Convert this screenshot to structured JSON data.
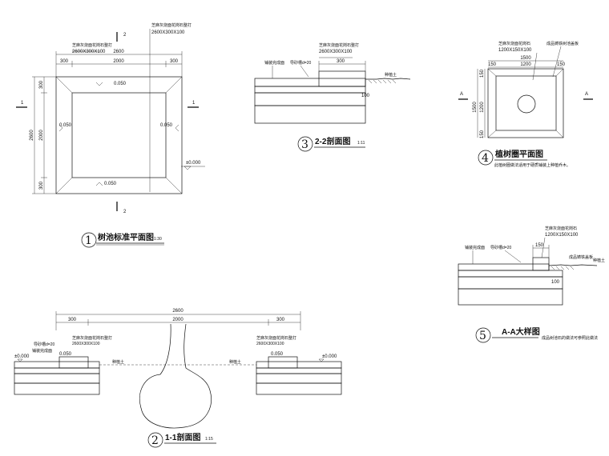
{
  "p1": {
    "num": "1",
    "title": "树池标准平面图",
    "scale": "1:30",
    "note_left": "芝麻灰烧面花岗石整打",
    "size_left": "2600X300X100",
    "note_right": "芝麻灰烧面花岗石整打",
    "size_right": "2600X300X100",
    "dim_total": "2600",
    "dim_top_l": "300",
    "dim_top_c": "2000",
    "dim_top_r": "300",
    "dim_left_total": "2600",
    "dim_left_c": "2000",
    "dim_left_t": "300",
    "dim_left_b": "300",
    "slope_top": "0.050",
    "slope_left": "0.050",
    "slope_right": "0.050",
    "slope_bottom": "0.050",
    "elev": "±0.000",
    "cut_1a": "1",
    "cut_1b": "1",
    "cut_2a": "2",
    "cut_2b": "2"
  },
  "p3": {
    "num": "3",
    "title": "2-2剖面图",
    "scale": "1:11",
    "note_top": "芝麻灰烧面花岗石整打",
    "size_top": "2600X300X100",
    "dim_300": "300",
    "label_a": "铺装完成面",
    "label_b": "导砂槽d=20",
    "label_c": "种植土",
    "dim_100": "100"
  },
  "p4": {
    "num": "4",
    "title": "植树圈平面图",
    "note_top": "芝麻灰烧面花岗石",
    "size_top": "1200X150X100",
    "note_right": "成品铸铁树池盖板",
    "dim_1500": "1500",
    "dim_150a": "150",
    "dim_1200": "1200",
    "dim_150b": "150",
    "dim_v_1500": "1500",
    "dim_v_1200": "1200",
    "dim_v_150a": "150",
    "dim_v_150b": "150",
    "cut_a1": "A",
    "cut_a2": "A",
    "footnote": "此植树圈做法适用于硬质铺装上种植乔木。"
  },
  "p5": {
    "num": "5",
    "title": "A-A大样图",
    "footnote": "成品树池石的做法可参照此做法",
    "note_top": "芝麻灰烧面花岗石",
    "size_top": "1200X150X100",
    "dim_150": "150",
    "label_a": "铺装完成面",
    "label_b": "导砂槽d=20",
    "label_c": "成品铸铁盖板",
    "label_d": "种植土",
    "dim_100": "100"
  },
  "p2": {
    "num": "2",
    "title": "1-1剖面图",
    "scale": "1:15",
    "dim_total": "2600",
    "dim_l": "300",
    "dim_c": "2000",
    "dim_r": "300",
    "elev_l": "±0.000",
    "elev_r": "±0.000",
    "slope_l": "0.050",
    "slope_r": "0.050",
    "label_a": "铺装完成面",
    "label_b": "导砂槽d=20",
    "label_soil_l": "种植土",
    "label_soil_r": "种植土",
    "note_l": "芝麻灰烧面花岗石整打",
    "size_l": "2600X300X100",
    "note_r": "芝麻灰烧面花岗石整打",
    "size_r": "2600X300X100"
  }
}
